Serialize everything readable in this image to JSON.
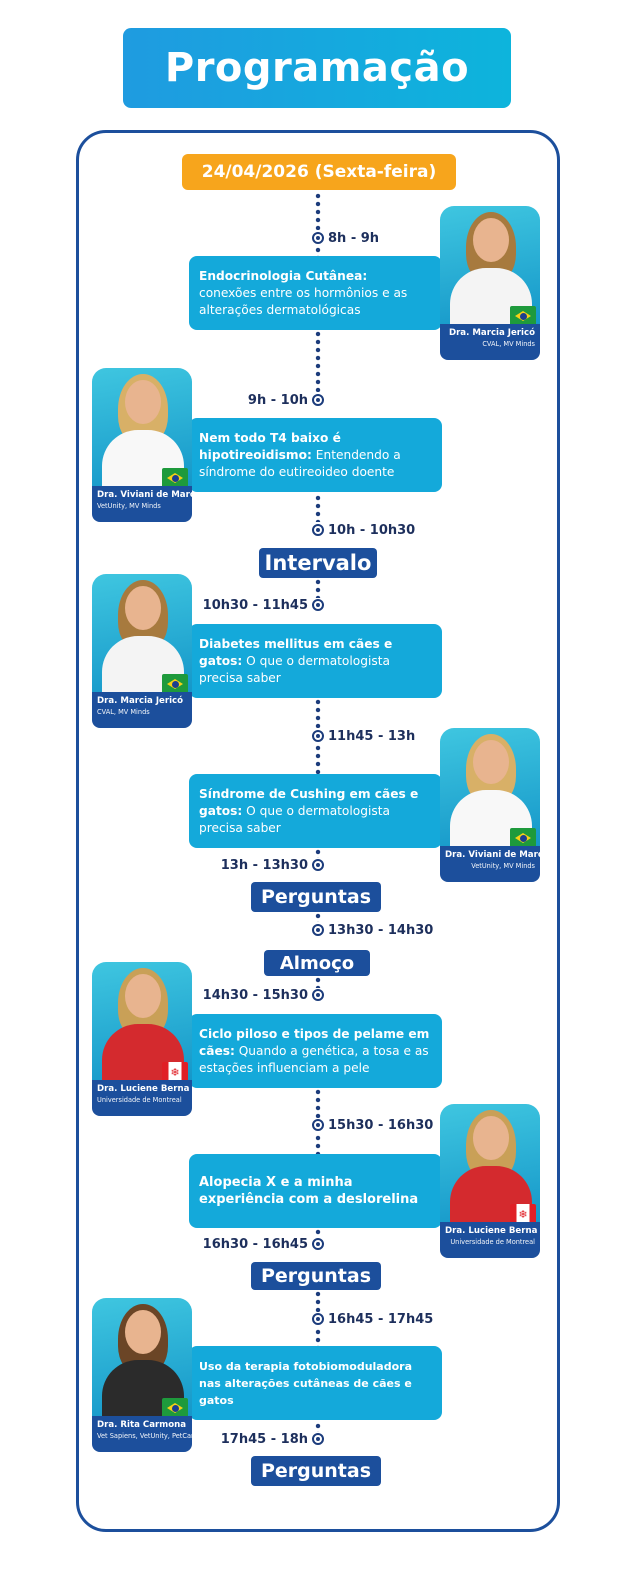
{
  "title": "Programação",
  "date": "24/04/2026  (Sexta-feira)",
  "times": {
    "t1": "8h - 9h",
    "t2": "9h - 10h",
    "t3": "10h - 10h30",
    "t4": "10h30 - 11h45",
    "t5": "11h45 - 13h",
    "t6": "13h - 13h30",
    "t7": "13h30 - 14h30",
    "t8": "14h30 - 15h30",
    "t9": "15h30 - 16h30",
    "t10": "16h30 - 16h45",
    "t11": "16h45 - 17h45",
    "t12": "17h45 - 18h"
  },
  "breaks": {
    "intervalo": "Intervalo",
    "perguntas": "Perguntas",
    "almoco": "Almoço"
  },
  "talks": [
    {
      "bold": "Endocrinologia Cutânea:",
      "rest": "conexões entre os hormônios e as alterações dermatológicas"
    },
    {
      "bold": "Nem todo T4 baixo é hipotireoidismo:",
      "rest": "Entendendo a síndrome do eutireoideo doente"
    },
    {
      "bold": "Diabetes mellitus em cães e gatos:",
      "rest": "O que o dermatologista precisa saber"
    },
    {
      "bold": "Síndrome de Cushing em cães e gatos:",
      "rest": "O que o dermatologista precisa saber"
    },
    {
      "bold": "Ciclo piloso e tipos de pelame em cães:",
      "rest": "Quando a genética, a tosa e as estações influenciam a pele"
    },
    {
      "bold": "Alopecia X e a minha experiência com a deslorelina",
      "rest": ""
    },
    {
      "bold": "Uso da terapia fotobiomoduladora nas alterações cutâneas de cães e gatos",
      "rest": ""
    }
  ],
  "speakers": {
    "marcia": {
      "name": "Dra. Marcia Jericó",
      "aff": "CVAL, MV Minds",
      "flag": "brazil-flag-icon"
    },
    "viviani": {
      "name": "Dra. Viviani de Marco",
      "aff": "VetUnity, MV Minds",
      "flag": "brazil-flag-icon"
    },
    "luciene": {
      "name": "Dra. Luciene Berna",
      "aff": "Universidade de Montreal",
      "flag": "canada-flag-icon"
    },
    "rita": {
      "name": "Dra. Rita Carmona",
      "aff": "Vet Sapiens, VetUnity, PetCare",
      "flag": "brazil-flag-icon"
    }
  },
  "colors": {
    "navy": "#1c4f9c",
    "cyan": "#14a9da",
    "orange": "#f7a51c"
  }
}
